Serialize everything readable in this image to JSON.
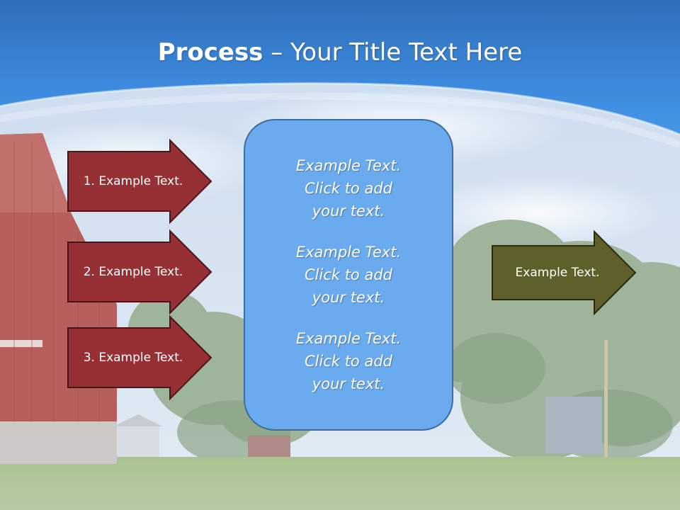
{
  "title": {
    "bold": "Process",
    "rest": " – Your Title Text Here"
  },
  "left_arrows": [
    {
      "label": "1. Example Text."
    },
    {
      "label": "2. Example Text."
    },
    {
      "label": "3. Example Text."
    }
  ],
  "center_box": {
    "paragraphs": [
      "Example Text.\nClick  to add\nyour text.",
      "Example Text.\nClick  to add\nyour text.",
      "Example Text.\nClick  to add\nyour text."
    ]
  },
  "right_arrow": {
    "label": "Example Text."
  },
  "colors": {
    "header_blue": "#3f8be0",
    "left_arrow_fill": "#963034",
    "left_arrow_stroke": "#4a1416",
    "right_arrow_fill": "#5f5f2b",
    "right_arrow_stroke": "#2a2a0e",
    "center_box_fill": "#6aaaee",
    "center_box_stroke": "#3d6c9e"
  }
}
